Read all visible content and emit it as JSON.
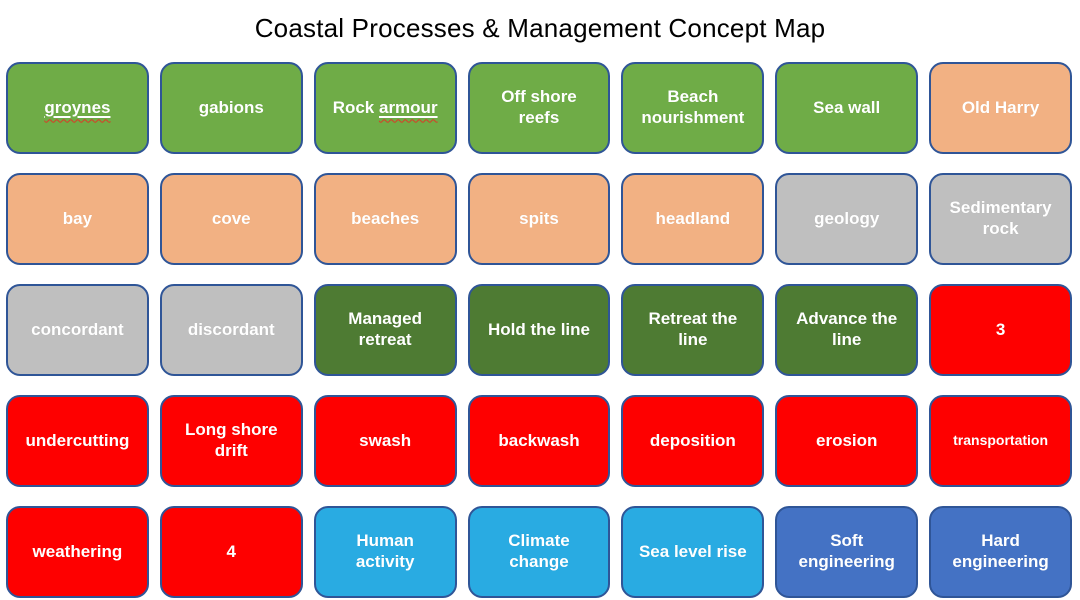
{
  "title": "Coastal Processes & Management Concept Map",
  "palette": {
    "green": "#6FAC47",
    "tan": "#F2B183",
    "gray": "#BFBFBF",
    "dark_green": "#4E7B33",
    "red": "#FE0000",
    "cyan": "#29ABE2",
    "blue": "#4472C4",
    "border": "#2F5597",
    "box_text": "#FFFFFF",
    "title_color": "#000000",
    "squiggle": "#DD3C27"
  },
  "grid": {
    "columns": 7,
    "rows": 5,
    "cells": [
      {
        "label": "groynes",
        "color": "green",
        "underline": "groynes"
      },
      {
        "label": "gabions",
        "color": "green"
      },
      {
        "label": "Rock armour",
        "color": "green",
        "underline": "armour"
      },
      {
        "label": "Off shore\nreefs",
        "color": "green"
      },
      {
        "label": "Beach\nnourishment",
        "color": "green"
      },
      {
        "label": "Sea wall",
        "color": "green"
      },
      {
        "label": "Old Harry",
        "color": "tan"
      },
      {
        "label": "bay",
        "color": "tan"
      },
      {
        "label": "cove",
        "color": "tan"
      },
      {
        "label": "beaches",
        "color": "tan"
      },
      {
        "label": "spits",
        "color": "tan"
      },
      {
        "label": "headland",
        "color": "tan"
      },
      {
        "label": "geology",
        "color": "gray"
      },
      {
        "label": "Sedimentary\nrock",
        "color": "gray"
      },
      {
        "label": "concordant",
        "color": "gray"
      },
      {
        "label": "discordant",
        "color": "gray"
      },
      {
        "label": "Managed\nretreat",
        "color": "dark_green"
      },
      {
        "label": "Hold the line",
        "color": "dark_green"
      },
      {
        "label": "Retreat the\nline",
        "color": "dark_green"
      },
      {
        "label": "Advance the\nline",
        "color": "dark_green"
      },
      {
        "label": "3",
        "color": "red"
      },
      {
        "label": "undercutting",
        "color": "red"
      },
      {
        "label": "Long shore\ndrift",
        "color": "red"
      },
      {
        "label": "swash",
        "color": "red"
      },
      {
        "label": "backwash",
        "color": "red"
      },
      {
        "label": "deposition",
        "color": "red"
      },
      {
        "label": "erosion",
        "color": "red"
      },
      {
        "label": "transportation",
        "color": "red",
        "small": true
      },
      {
        "label": "weathering",
        "color": "red"
      },
      {
        "label": "4",
        "color": "red"
      },
      {
        "label": "Human\nactivity",
        "color": "cyan"
      },
      {
        "label": "Climate\nchange",
        "color": "cyan"
      },
      {
        "label": "Sea level rise",
        "color": "cyan"
      },
      {
        "label": "Soft\nengineering",
        "color": "blue"
      },
      {
        "label": "Hard\nengineering",
        "color": "blue"
      }
    ]
  }
}
